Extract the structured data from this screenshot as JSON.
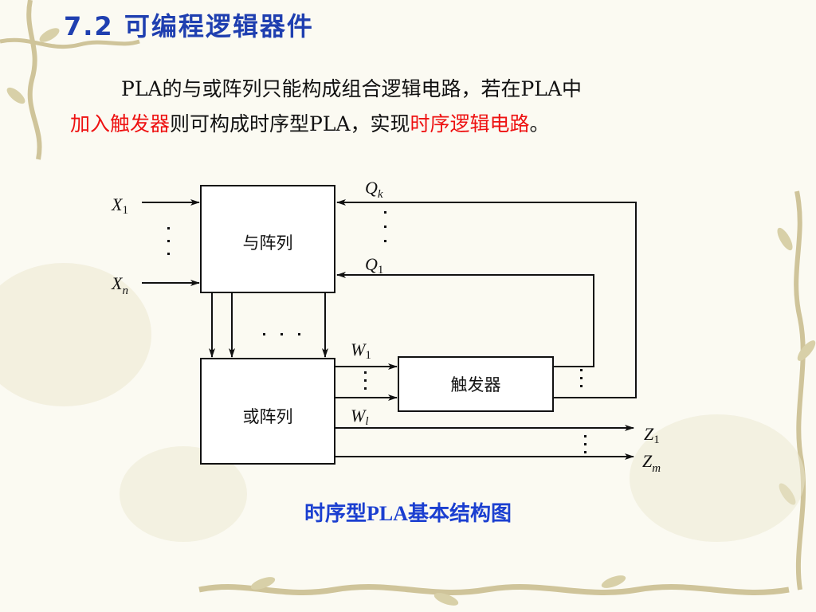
{
  "slide": {
    "title_number": "7.2",
    "title_text": "可编程逻辑器件",
    "paragraph": {
      "line1": "PLA的与或阵列只能构成组合逻辑电路，若在PLA中",
      "line2_red1": "加入触发器",
      "line2_mid": "则可构成时序型PLA，实现",
      "line2_red2": "时序逻辑电路",
      "line2_end": "。"
    },
    "caption": {
      "part1": "时序型",
      "part2": "PLA",
      "part3": "基本结构图"
    }
  },
  "diagram": {
    "blocks": {
      "and_array": "与阵列",
      "or_array": "或阵列",
      "flipflop": "触发器"
    },
    "labels": {
      "x": "X",
      "x_sub1": "1",
      "x_subn": "n",
      "q": "Q",
      "q_subk": "k",
      "q_sub1": "1",
      "w": "W",
      "w_sub1": "1",
      "w_subl": "l",
      "z": "Z",
      "z_sub1": "1",
      "z_subm": "m"
    },
    "colors": {
      "title": "#1f3fb0",
      "highlight": "#ee1111",
      "caption": "#1b3fd0",
      "line": "#111111"
    }
  }
}
